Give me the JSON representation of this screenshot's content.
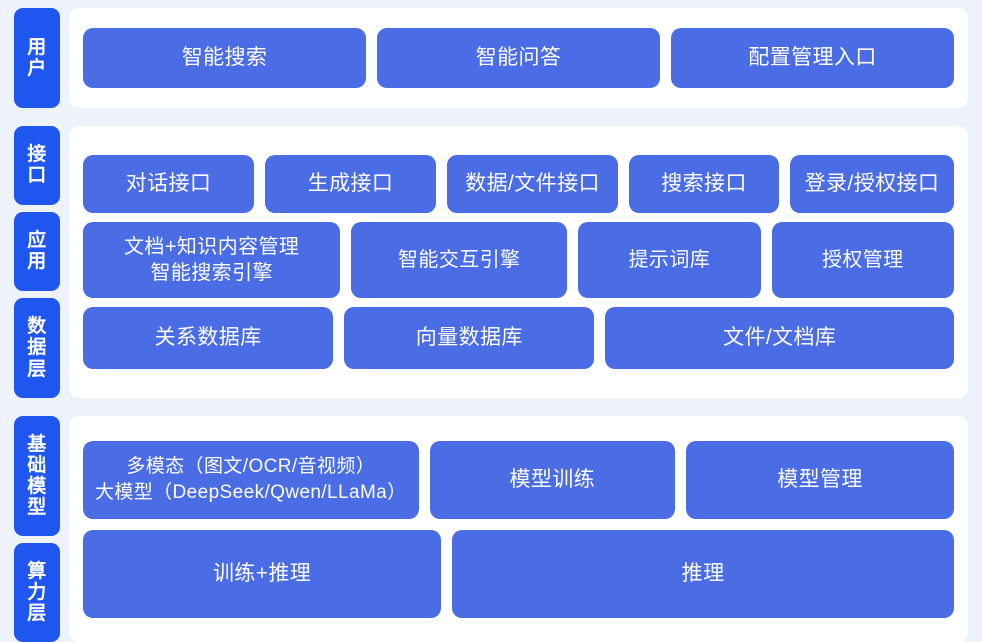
{
  "colors": {
    "page_background": "#eef2fa",
    "panel_background": "#ffffff",
    "badge_blue": "#1f56f0",
    "box_blue": "#4a6ce4",
    "text_on_blue": "#ffffff"
  },
  "sections": [
    {
      "id": "user",
      "badges": [
        {
          "id": "user",
          "chars": [
            "用",
            "户"
          ],
          "text": "用户"
        }
      ],
      "rows": [
        {
          "id": "user-entries",
          "boxes": [
            {
              "id": "smart-search",
              "label": "智能搜索",
              "flex": 1
            },
            {
              "id": "smart-qa",
              "label": "智能问答",
              "flex": 1
            },
            {
              "id": "config-management-entry",
              "label": "配置管理入口",
              "flex": 1
            }
          ]
        }
      ]
    },
    {
      "id": "middle",
      "badges": [
        {
          "id": "interface",
          "chars": [
            "接",
            "口"
          ],
          "text": "接口"
        },
        {
          "id": "application",
          "chars": [
            "应",
            "用"
          ],
          "text": "应用"
        },
        {
          "id": "data-layer",
          "chars": [
            "数",
            "据",
            "层"
          ],
          "text": "数据层"
        }
      ],
      "rows": [
        {
          "id": "interface-row",
          "boxes": [
            {
              "id": "dialog-api",
              "label": "对话接口",
              "flex": 1.1
            },
            {
              "id": "generation-api",
              "label": "生成接口",
              "flex": 1.1
            },
            {
              "id": "data-file-api",
              "label": "数据/文件接口",
              "flex": 1.1
            },
            {
              "id": "search-api",
              "label": "搜索接口",
              "flex": 0.95
            },
            {
              "id": "login-auth-api",
              "label": "登录/授权接口",
              "flex": 1.05
            }
          ]
        },
        {
          "id": "application-row",
          "boxes": [
            {
              "id": "doc-knowledge-search-engine",
              "label": "文档+知识内容管理\n智能搜索引擎",
              "flex": 1.45
            },
            {
              "id": "smart-interaction-engine",
              "label": "智能交互引擎",
              "flex": 1.2
            },
            {
              "id": "prompt-library",
              "label": "提示词库",
              "flex": 1.0
            },
            {
              "id": "authorization-management",
              "label": "授权管理",
              "flex": 1.0
            }
          ]
        },
        {
          "id": "data-row",
          "boxes": [
            {
              "id": "relational-database",
              "label": "关系数据库",
              "flex": 1.0
            },
            {
              "id": "vector-database",
              "label": "向量数据库",
              "flex": 1.0
            },
            {
              "id": "file-document-store",
              "label": "文件/文档库",
              "flex": 1.42
            }
          ]
        }
      ]
    },
    {
      "id": "base",
      "badges": [
        {
          "id": "foundation-model",
          "chars": [
            "基",
            "础",
            "模",
            "型"
          ],
          "text": "基础模型"
        },
        {
          "id": "compute-layer",
          "chars": [
            "算",
            "力",
            "层"
          ],
          "text": "算力层"
        }
      ],
      "rows": [
        {
          "id": "model-row",
          "boxes": [
            {
              "id": "multimodal-large-model",
              "label": "多模态（图文/OCR/音视频）\n大模型（DeepSeek/Qwen/LLaMa）",
              "flex": 1.42,
              "variant": "multimodal"
            },
            {
              "id": "model-training",
              "label": "模型训练",
              "flex": 1.02
            },
            {
              "id": "model-management",
              "label": "模型管理",
              "flex": 1.12
            }
          ]
        },
        {
          "id": "compute-row",
          "boxes": [
            {
              "id": "training-inference",
              "label": "训练+推理",
              "flex": 1.0
            },
            {
              "id": "inference",
              "label": "推理",
              "flex": 1.42
            }
          ]
        }
      ]
    }
  ]
}
